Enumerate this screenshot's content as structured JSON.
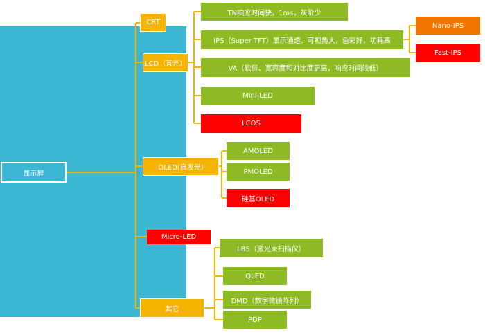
{
  "mindmap": {
    "root": "显示屏",
    "branches": {
      "crt": "CRT",
      "lcd": "LCD（背光）",
      "oled": "OLED(自发光)",
      "micro_led": "Micro-LED",
      "other": "其它"
    },
    "lcd_children": {
      "tn": "TN响应时间快，1ms，灰阶少",
      "ips": "IPS（Super TFT）显示通透、可视角大，色彩好，功耗高",
      "va": "VA（软屏、宽容度和对比度更高，响应时间较低）",
      "mini_led": "Mini-LED",
      "lcos": "LCOS"
    },
    "ips_children": {
      "nano_ips": "Nano-IPS",
      "fast_ips": "Fast-IPS"
    },
    "oled_children": {
      "amoled": "AMOLED",
      "pmoled": "PMOLED",
      "silicon_oled": "硅基OLED"
    },
    "other_children": {
      "lbs": "LBS（激光束扫描仪）",
      "qled": "QLED",
      "dmd": "DMD（数字微镜阵列）",
      "pdp": "PDP"
    },
    "colors": {
      "panel": "#3bb6d3",
      "branch": "#f5b400",
      "leaf": "#8ebb24",
      "highlight": "#ff0000",
      "accent": "#f07400",
      "connector": "#f5b400"
    }
  }
}
